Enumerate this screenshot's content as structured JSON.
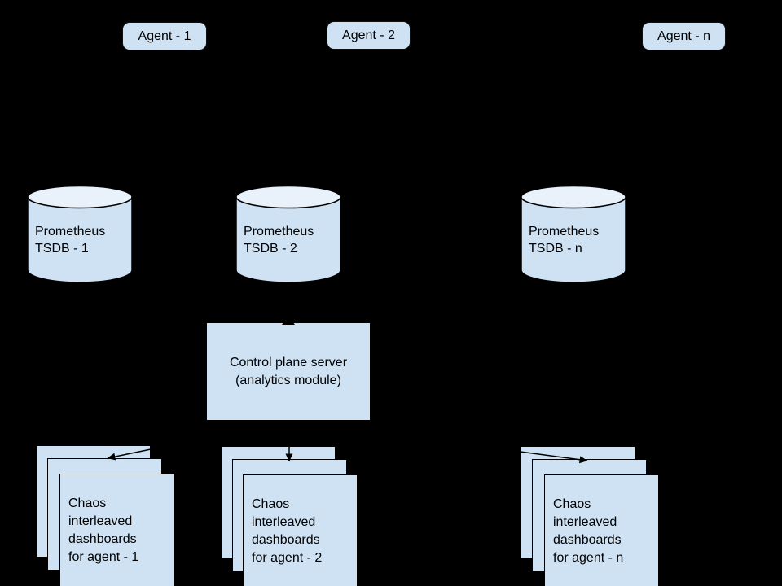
{
  "colors": {
    "background": "#000000",
    "node_fill": "#cfe2f3",
    "cylinder_top_fill": "#e9f1fa",
    "stroke": "#000000",
    "text": "#000000"
  },
  "agents": [
    {
      "label": "Agent - 1"
    },
    {
      "label": "Agent - 2"
    },
    {
      "label": "Agent - n"
    }
  ],
  "databases": [
    {
      "label": "Prometheus\nTSDB - 1"
    },
    {
      "label": "Prometheus\nTSDB - 2"
    },
    {
      "label": "Prometheus\nTSDB - n"
    }
  ],
  "control_plane": {
    "label": "Control plane server\n(analytics module)"
  },
  "dashboard_stacks": [
    {
      "label": "Chaos\ninterleaved\ndashboards\nfor agent - 1"
    },
    {
      "label": "Chaos\ninterleaved\ndashboards\nfor agent - 2"
    },
    {
      "label": "Chaos\ninterleaved\ndashboards\nfor agent - n"
    }
  ]
}
